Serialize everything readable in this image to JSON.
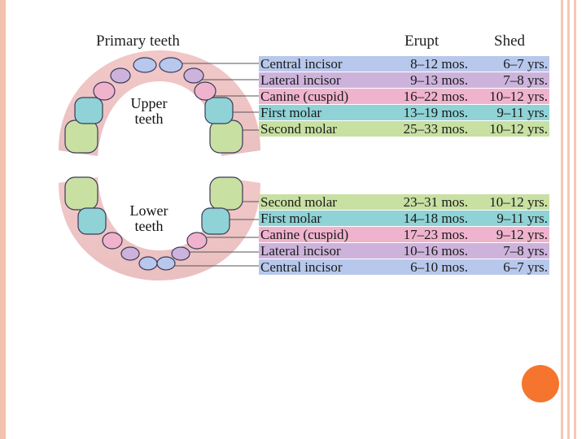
{
  "headings": {
    "title": "Primary teeth",
    "erupt": "Erupt",
    "shed": "Shed"
  },
  "jaws": {
    "upper": [
      "Upper",
      "teeth"
    ],
    "lower": [
      "Lower",
      "teeth"
    ]
  },
  "upper_table": [
    {
      "tooth": "Central incisor",
      "erupt": "8–12 mos.",
      "shed": "6–7 yrs.",
      "color": "#b8c8ec"
    },
    {
      "tooth": "Lateral incisor",
      "erupt": "9–13 mos.",
      "shed": "7–8 yrs.",
      "color": "#cdb3dc"
    },
    {
      "tooth": "Canine (cuspid)",
      "erupt": "16–22 mos.",
      "shed": "10–12 yrs.",
      "color": "#f0b3cd"
    },
    {
      "tooth": "First molar",
      "erupt": "13–19 mos.",
      "shed": "9–11 yrs.",
      "color": "#8fd3d6"
    },
    {
      "tooth": "Second molar",
      "erupt": "25–33 mos.",
      "shed": "10–12 yrs.",
      "color": "#c8e0a2"
    }
  ],
  "lower_table": [
    {
      "tooth": "Second molar",
      "erupt": "23–31 mos.",
      "shed": "10–12 yrs.",
      "color": "#c8e0a2"
    },
    {
      "tooth": "First molar",
      "erupt": "14–18 mos.",
      "shed": "9–11 yrs.",
      "color": "#8fd3d6"
    },
    {
      "tooth": "Canine (cuspid)",
      "erupt": "17–23 mos.",
      "shed": "9–12 yrs.",
      "color": "#f0b3cd"
    },
    {
      "tooth": "Lateral incisor",
      "erupt": "10–16 mos.",
      "shed": "7–8 yrs.",
      "color": "#cdb3dc"
    },
    {
      "tooth": "Central incisor",
      "erupt": "6–10 mos.",
      "shed": "6–7 yrs.",
      "color": "#b8c8ec"
    }
  ],
  "colors": {
    "gum": "#e8a6a6",
    "palate": "#ffffff",
    "central_incisor": "#b8c8ec",
    "lateral_incisor": "#cdb3dc",
    "canine": "#f0b3cd",
    "first_molar": "#8fd3d6",
    "second_molar": "#c8e0a2",
    "slide_accent": "#f5752e",
    "slide_border": "#f3c1ad"
  }
}
